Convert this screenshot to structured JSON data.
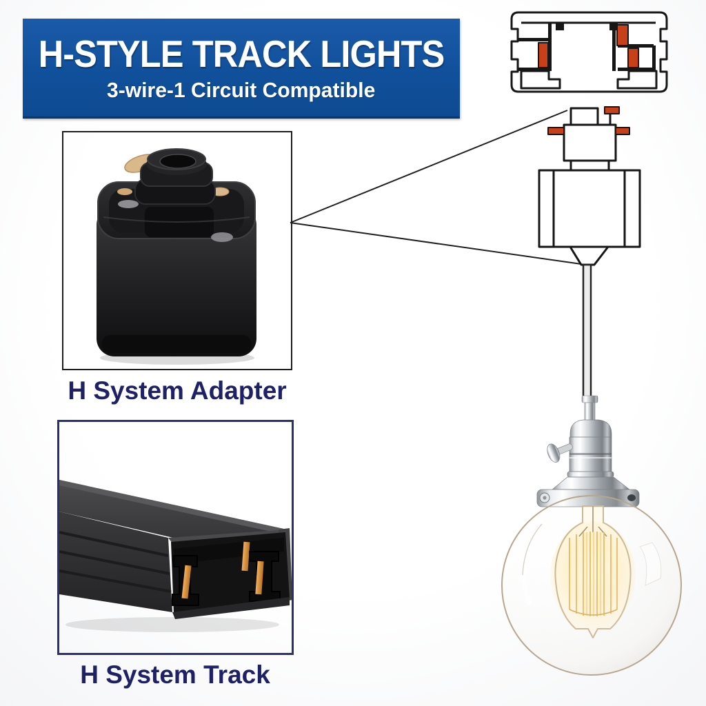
{
  "banner": {
    "title": "H-STYLE TRACK LIGHTS",
    "subtitle": "3-wire-1 Circuit Compatible",
    "background_color": "#10509b",
    "text_color": "#ffffff"
  },
  "adapter_panel": {
    "label": "H System Adapter"
  },
  "track_panel": {
    "label": "H System Track"
  },
  "colors": {
    "label_text": "#1e2166",
    "diagram_contact_red": "#c8401a",
    "copper_contact": "#d6913f",
    "brass_contact": "#d9b88c",
    "outline_black": "#1a1a1a",
    "chrome_silver": "#c7ccd0",
    "filament_yellow": "#f2cf7d"
  },
  "illustrations": {
    "track_cross_section": "h-track-cross-section-diagram",
    "adapter_diagram": "h-adapter-wiring-diagram",
    "adapter_photo": "h-system-adapter-photo",
    "track_photo": "h-system-track-photo",
    "pendant": "chrome-pendant-light-with-globe-shade"
  }
}
